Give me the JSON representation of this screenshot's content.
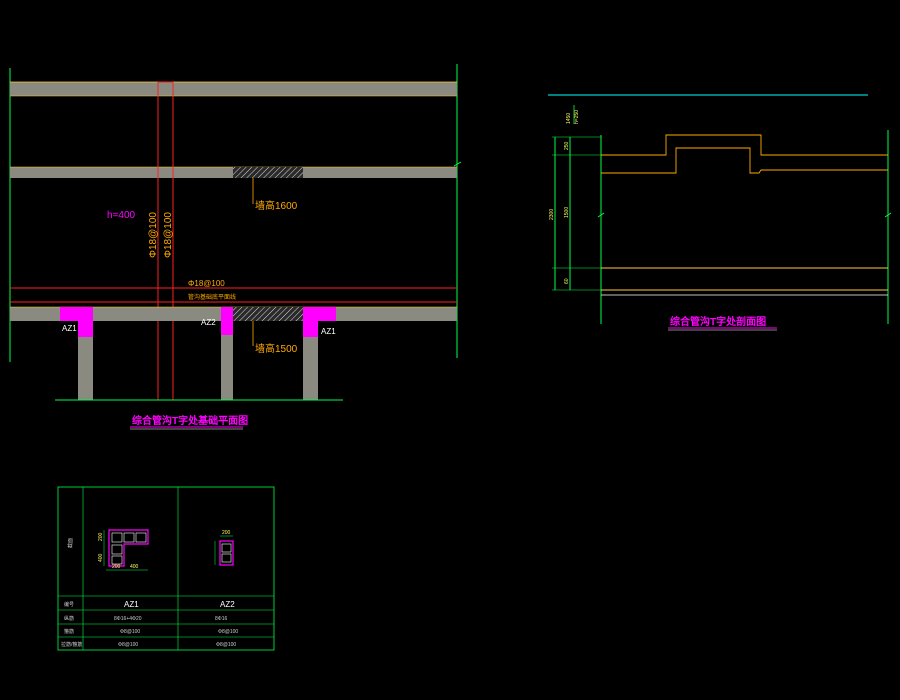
{
  "plan": {
    "title": "综合管沟T字处基础平面图",
    "height_label": "h=400",
    "rebar_v1": "Φ18@100",
    "rebar_v2": "Φ18@100",
    "rebar_h": "Φ18@100",
    "edge_label": "管沟基础底平面线",
    "wall_top": "墙高1600",
    "wall_bottom": "墙高1500",
    "col_az1_left": "AZ1",
    "col_az2": "AZ2",
    "col_az1_right": "AZ1"
  },
  "section": {
    "title": "综合管沟T字处剖面图",
    "top_dims": [
      "1450",
      "h=250"
    ],
    "left_dims": [
      "250",
      "2300",
      "1500",
      "60"
    ]
  },
  "table": {
    "header_label": "截面",
    "rows": [
      {
        "label": "编号",
        "az1": "AZ1",
        "az2": "AZ2"
      },
      {
        "label": "纵筋",
        "az1": "8Φ16+4Φ20",
        "az2": "8Φ16"
      },
      {
        "label": "箍筋",
        "az1": "Φ8@100",
        "az2": "Φ8@100"
      },
      {
        "label": "拉筋/箍筋",
        "az1": "Φ8@100",
        "az2": "Φ8@100"
      }
    ],
    "az1_dims": [
      "200",
      "400",
      "200",
      "400"
    ],
    "az2_dims": [
      "200"
    ]
  },
  "colors": {
    "background": "#000000",
    "wall": "#8a8a80",
    "outline": "#ffcc33",
    "green": "#00ff44",
    "red": "#ff2020",
    "magenta": "#ff00ff",
    "cyan": "#00ffff",
    "orange": "#ffaa00"
  }
}
